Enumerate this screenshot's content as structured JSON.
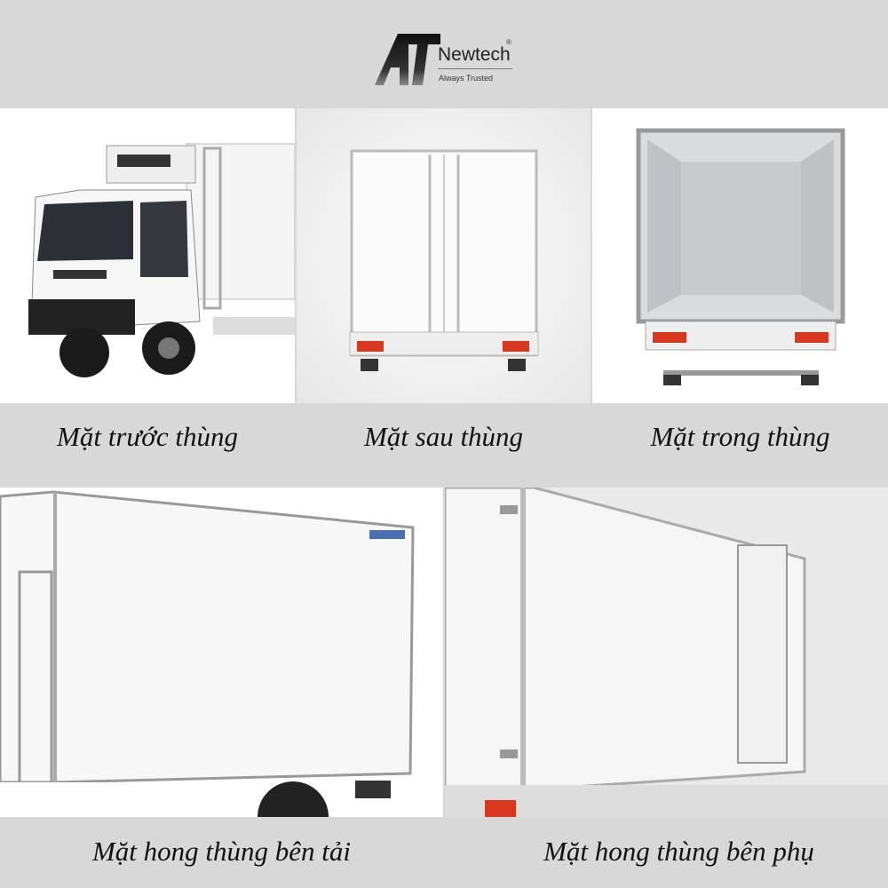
{
  "brand": {
    "name": "Newtech",
    "tagline": "Always Trusted",
    "mark": "AT",
    "registered": "®"
  },
  "captions": {
    "front": "Mặt trước thùng",
    "rear": "Mặt sau thùng",
    "inside": "Mặt trong thùng",
    "side_driver": "Mặt hong thùng bên tải",
    "side_passenger": "Mặt hong thùng bên phụ"
  },
  "colors": {
    "background": "#d8d8d8",
    "panel": "#ffffff",
    "taillight": "#d8371f"
  }
}
